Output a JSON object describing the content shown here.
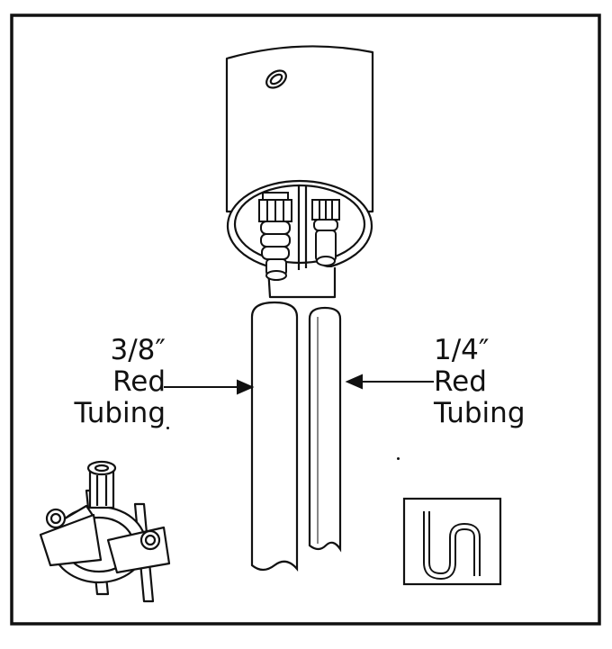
{
  "diagram": {
    "left_label": {
      "size": "3/8″",
      "line1": "Red",
      "line2": "Tubing"
    },
    "right_label": {
      "size": "1/4″",
      "line1": "Red",
      "line2": "Tubing"
    }
  },
  "colors": {
    "ink": "#111111",
    "paper": "#ffffff"
  },
  "icons": {
    "saddle_valve": "saddle-valve-clamp-icon",
    "drain_trap": "p-trap-drain-icon"
  }
}
